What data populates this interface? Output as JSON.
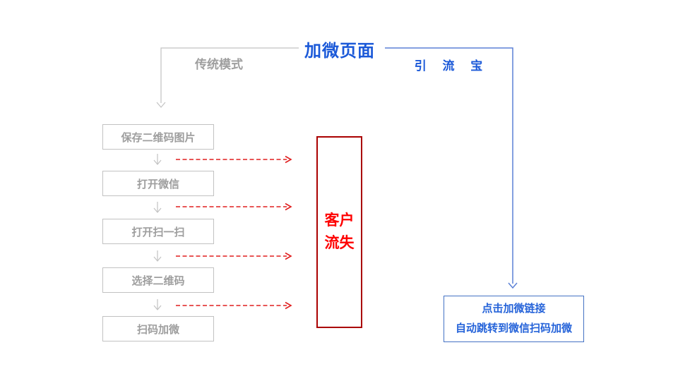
{
  "title": "加微页面",
  "branches": {
    "left_label": "传统模式",
    "right_label": "引 流 宝"
  },
  "traditional_steps": [
    "保存二维码图片",
    "打开微信",
    "打开扫一扫",
    "选择二维码",
    "扫码加微"
  ],
  "loss_box": {
    "line1": "客户",
    "line2": "流失"
  },
  "result_box": {
    "line1": "点击加微链接",
    "line2": "自动跳转到微信扫码加微"
  },
  "colors": {
    "title_blue": "#1b59d8",
    "connector_blue": "#5b81d6",
    "result_border_blue": "#4472c4",
    "gray_line": "#c2c2c2",
    "gray_text": "#9e9e9e",
    "dash_red": "#e01f1f",
    "loss_border_red": "#aa0000",
    "loss_text_red": "#fe0000"
  }
}
